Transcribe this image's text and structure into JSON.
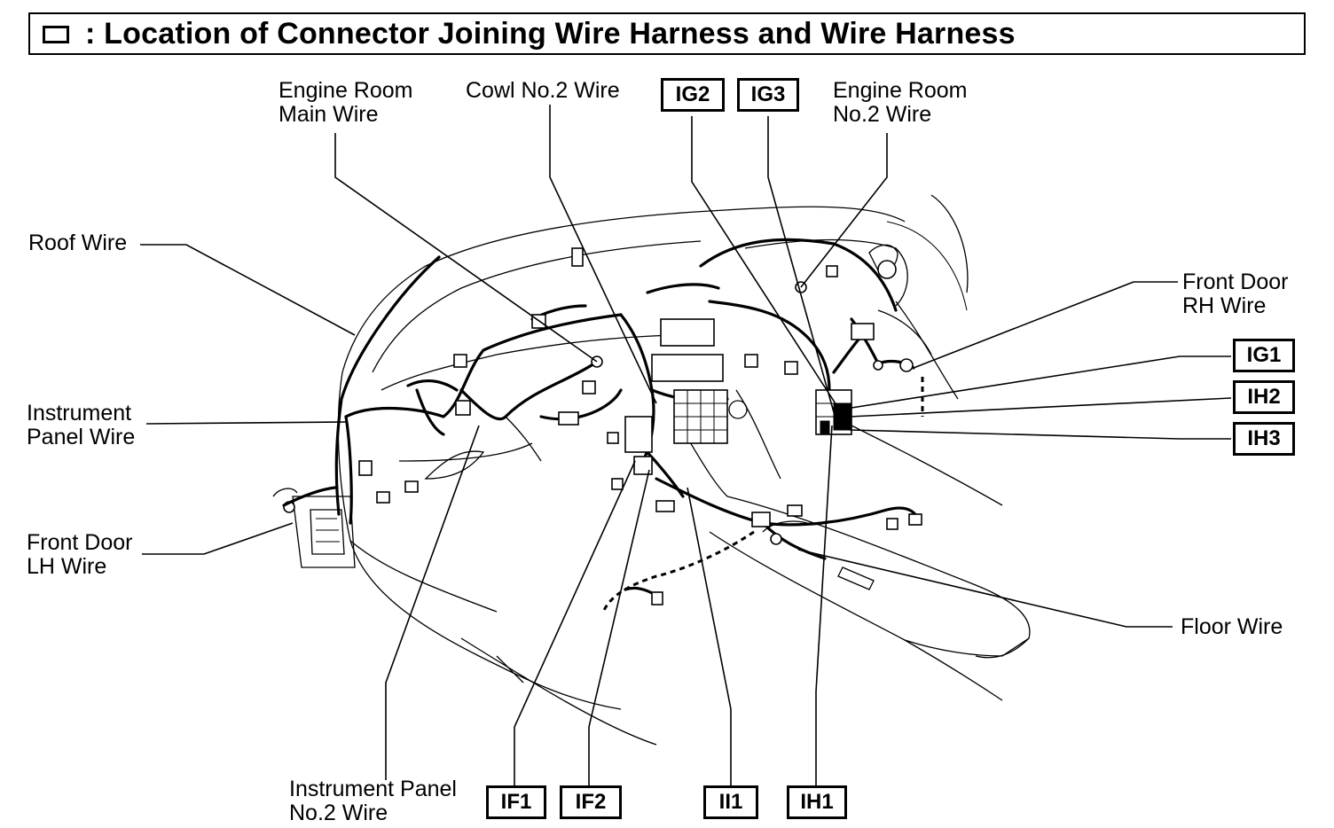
{
  "title": ": Location of Connector Joining Wire Harness and Wire Harness",
  "legend_icon": "outlined-rectangle",
  "wire_labels": {
    "engine_room_main": "Engine Room\nMain Wire",
    "cowl_no2": "Cowl No.2 Wire",
    "engine_room_no2": "Engine Room\nNo.2 Wire",
    "roof": "Roof Wire",
    "instrument_panel": "Instrument\nPanel Wire",
    "front_door_lh": "Front Door\nLH Wire",
    "front_door_rh": "Front Door\nRH Wire",
    "floor": "Floor Wire",
    "instrument_panel_no2": "Instrument Panel\nNo.2 Wire"
  },
  "connector_codes": {
    "ig2": "IG2",
    "ig3": "IG3",
    "ig1": "IG1",
    "ih2": "IH2",
    "ih3": "IH3",
    "if1": "IF1",
    "if2": "IF2",
    "ii1": "II1",
    "ih1": "IH1"
  }
}
